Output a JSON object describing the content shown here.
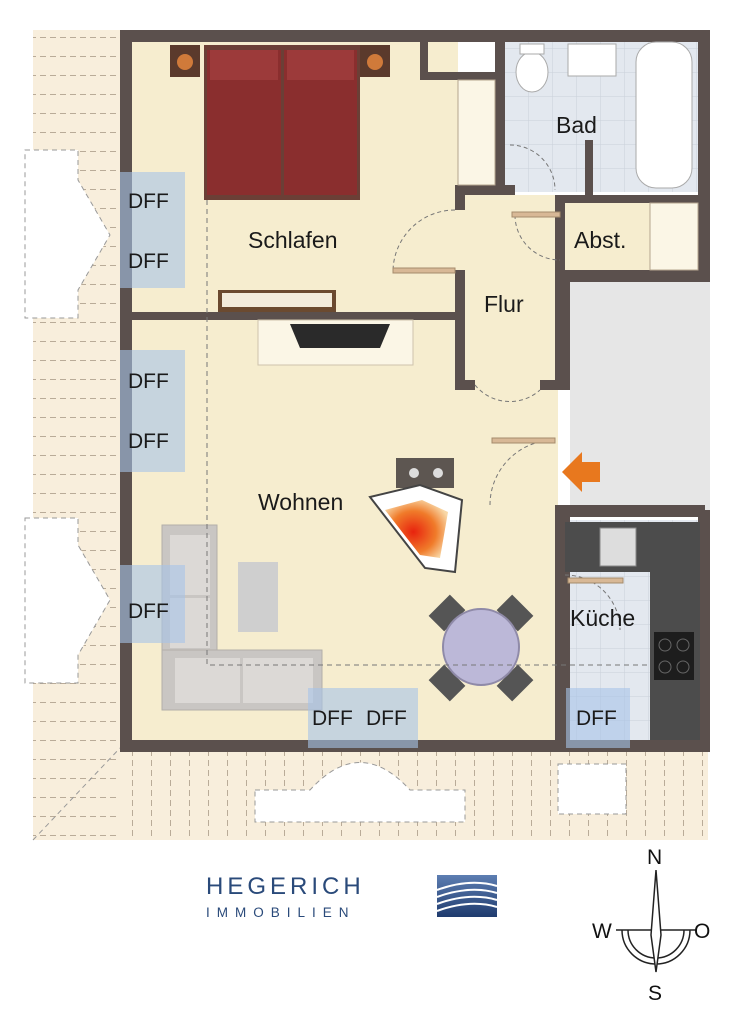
{
  "rooms": {
    "schlafen": "Schlafen",
    "bad": "Bad",
    "abst": "Abst.",
    "flur": "Flur",
    "wohnen": "Wohnen",
    "kueche": "Küche"
  },
  "roof_windows": [
    "DFF",
    "DFF",
    "DFF",
    "DFF",
    "DFF",
    "DFF",
    "DFF",
    "DFF"
  ],
  "logo": {
    "name": "HEGERICH",
    "subtitle": "IMMOBILIEN"
  },
  "compass": {
    "north": "N",
    "south": "S",
    "west": "W",
    "east": "O"
  },
  "colors": {
    "wall": "#5b504d",
    "floor": "#f6edcf",
    "tile": "#dfe4ec",
    "balcony": "#f7ecd6",
    "entrance_arrow": "#e8781e",
    "brand": "#2a4a7a"
  }
}
